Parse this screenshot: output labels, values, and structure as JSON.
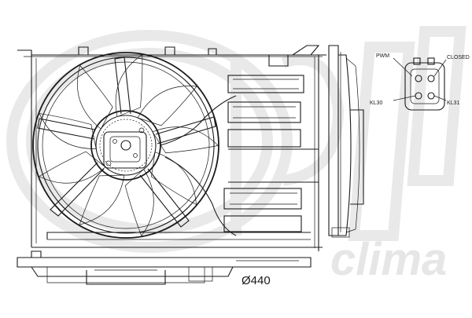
{
  "diagram": {
    "dimension_label": "Ø440",
    "connector": {
      "labels": [
        "PWM",
        "CLOSED",
        "KL30",
        "KL31"
      ]
    },
    "watermark_text": "clima",
    "colors": {
      "line": "#1a1a1a",
      "watermark": "#e6e6e6",
      "background": "#ffffff"
    }
  }
}
